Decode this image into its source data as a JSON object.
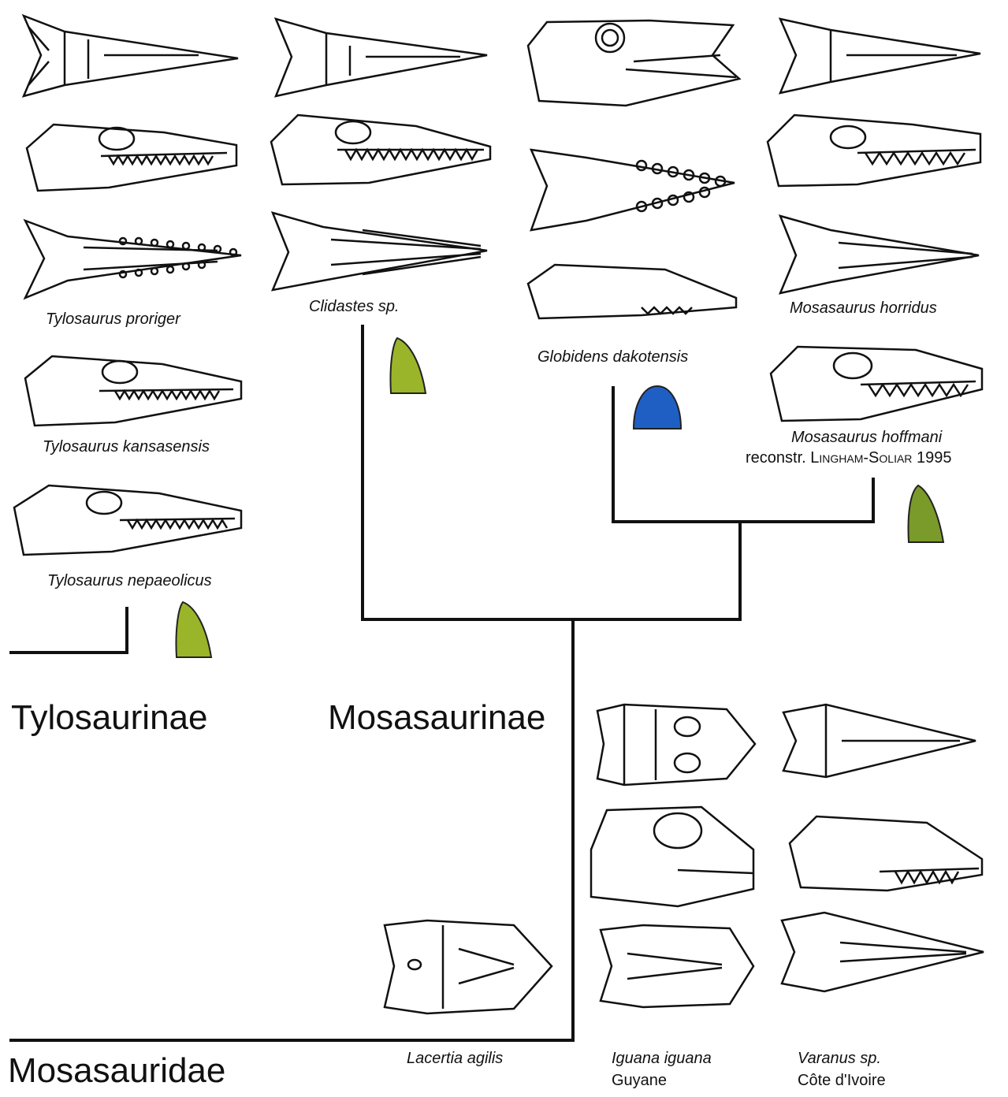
{
  "clades": {
    "tylosaurinae": "Tylosaurinae",
    "mosasaurinae": "Mosasaurinae",
    "mosasauridae": "Mosasauridae"
  },
  "species": {
    "tylosaurus_proriger": "Tylosaurus proriger",
    "tylosaurus_kansasensis": "Tylosaurus kansasensis",
    "tylosaurus_nepaeolicus": "Tylosaurus nepaeolicus",
    "clidastes": "Clidastes sp.",
    "globidens": "Globidens dakotensis",
    "mosasaurus_horridus": "Mosasaurus horridus",
    "mosasaurus_hoffmani": "Mosasaurus hoffmani",
    "reconstr_prefix": "reconstr. ",
    "reconstr_author": "Lingham-Soliar",
    "reconstr_year": " 1995",
    "lacertia": "Lacertia agilis",
    "iguana": "Iguana iguana",
    "iguana_locality": "Guyane",
    "varanus": "Varanus sp.",
    "varanus_locality": "Côte d'Ivoire"
  },
  "colors": {
    "tooth_green_light": "#9ab52a",
    "tooth_green_dark": "#7a9a2a",
    "tooth_blue": "#1f5fc4",
    "line": "#111111"
  }
}
